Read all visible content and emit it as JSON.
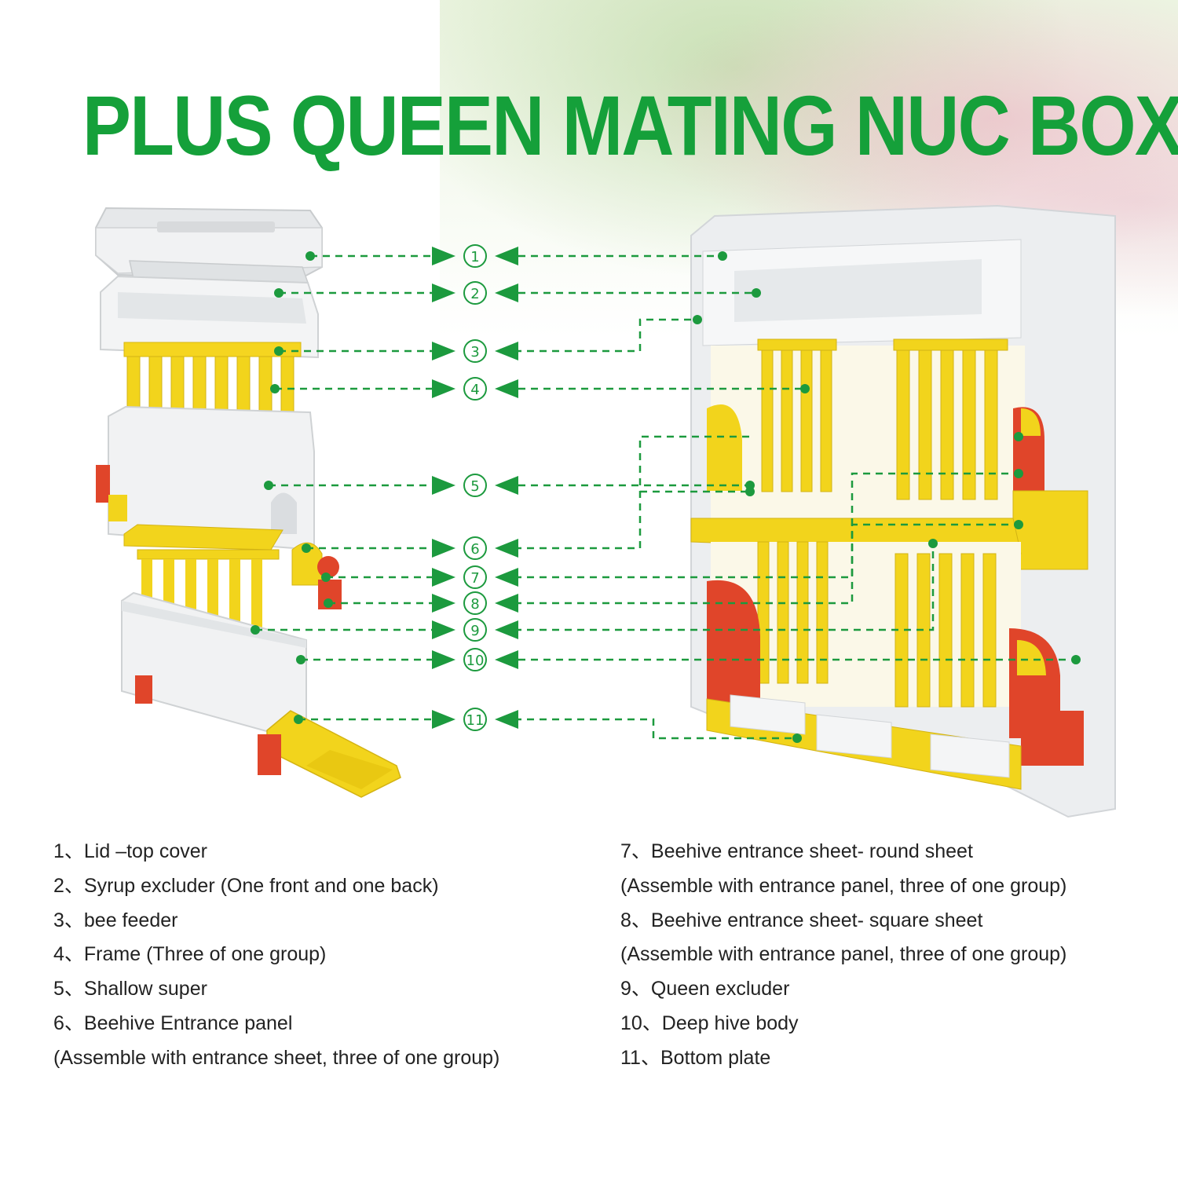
{
  "title": "PLUS QUEEN MATING NUC BOX",
  "callout_numbers": [
    "①",
    "②",
    "③",
    "④",
    "⑤",
    "⑥",
    "⑦",
    "⑧",
    "⑨",
    "⑩",
    "⑪"
  ],
  "legend": {
    "left": [
      "1、Lid –top cover",
      "2、Syrup excluder (One front and one back)",
      "3、bee feeder",
      "4、Frame (Three of one group)",
      "5、Shallow super",
      "6、Beehive Entrance panel",
      "(Assemble with entrance sheet, three of one group)"
    ],
    "right": [
      "7、Beehive entrance sheet- round sheet",
      "(Assemble with entrance panel, three of one group)",
      "8、Beehive entrance sheet- square sheet",
      "(Assemble with entrance panel, three of one group)",
      "9、Queen excluder",
      "10、Deep hive body",
      "11、Bottom plate"
    ]
  },
  "colors": {
    "title_green": "#15a03a",
    "callout_green": "#1c9a3e",
    "frame_yellow": "#f2d41c",
    "entrance_red": "#e0452a",
    "foam_white": "#eef0f1"
  }
}
